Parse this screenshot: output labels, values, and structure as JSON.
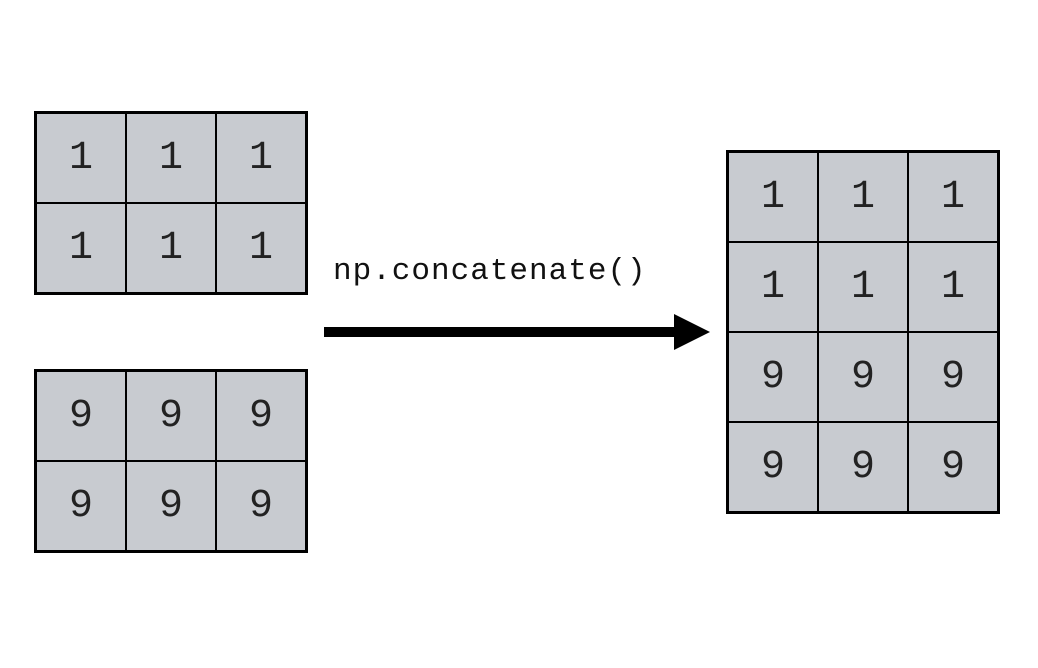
{
  "colors": {
    "cell_fill": "#c8cbd0",
    "cell_border": "#000000",
    "arrow": "#000000"
  },
  "operation": {
    "label": "np.concatenate()",
    "arrow_icon": "arrow-right-icon"
  },
  "array_a": {
    "rows": [
      [
        "1",
        "1",
        "1"
      ],
      [
        "1",
        "1",
        "1"
      ]
    ]
  },
  "array_b": {
    "rows": [
      [
        "9",
        "9",
        "9"
      ],
      [
        "9",
        "9",
        "9"
      ]
    ]
  },
  "result": {
    "rows": [
      [
        "1",
        "1",
        "1"
      ],
      [
        "1",
        "1",
        "1"
      ],
      [
        "9",
        "9",
        "9"
      ],
      [
        "9",
        "9",
        "9"
      ]
    ]
  }
}
